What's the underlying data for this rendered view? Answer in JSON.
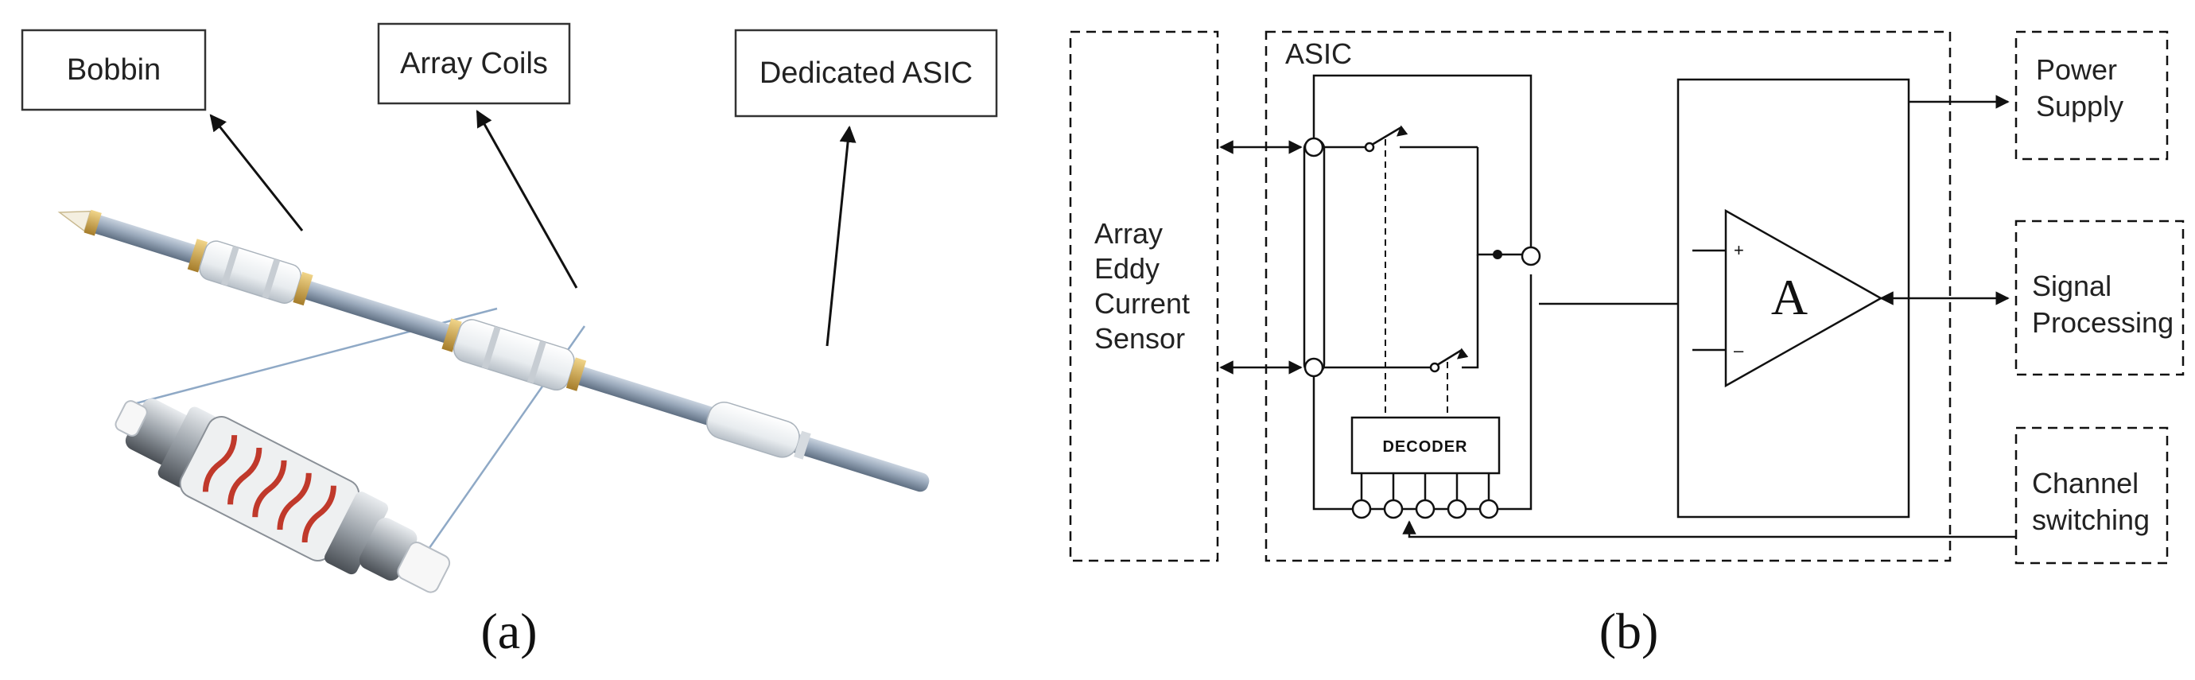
{
  "panel_a": {
    "label": "(a)",
    "callouts": {
      "bobbin": "Bobbin",
      "array_coils": "Array Coils",
      "dedicated_asic": "Dedicated ASIC"
    }
  },
  "panel_b": {
    "label": "(b)",
    "asic_label": "ASIC",
    "decoder_label": "DECODER",
    "amplifier_label": "A",
    "amp_plus": "+",
    "amp_minus": "–",
    "sensor_lines": [
      "Array",
      "Eddy",
      "Current",
      "Sensor"
    ],
    "power_lines": [
      "Power",
      "Supply"
    ],
    "signal_lines": [
      "Signal",
      "Processing"
    ],
    "channel_lines": [
      "Channel",
      "switching"
    ]
  }
}
